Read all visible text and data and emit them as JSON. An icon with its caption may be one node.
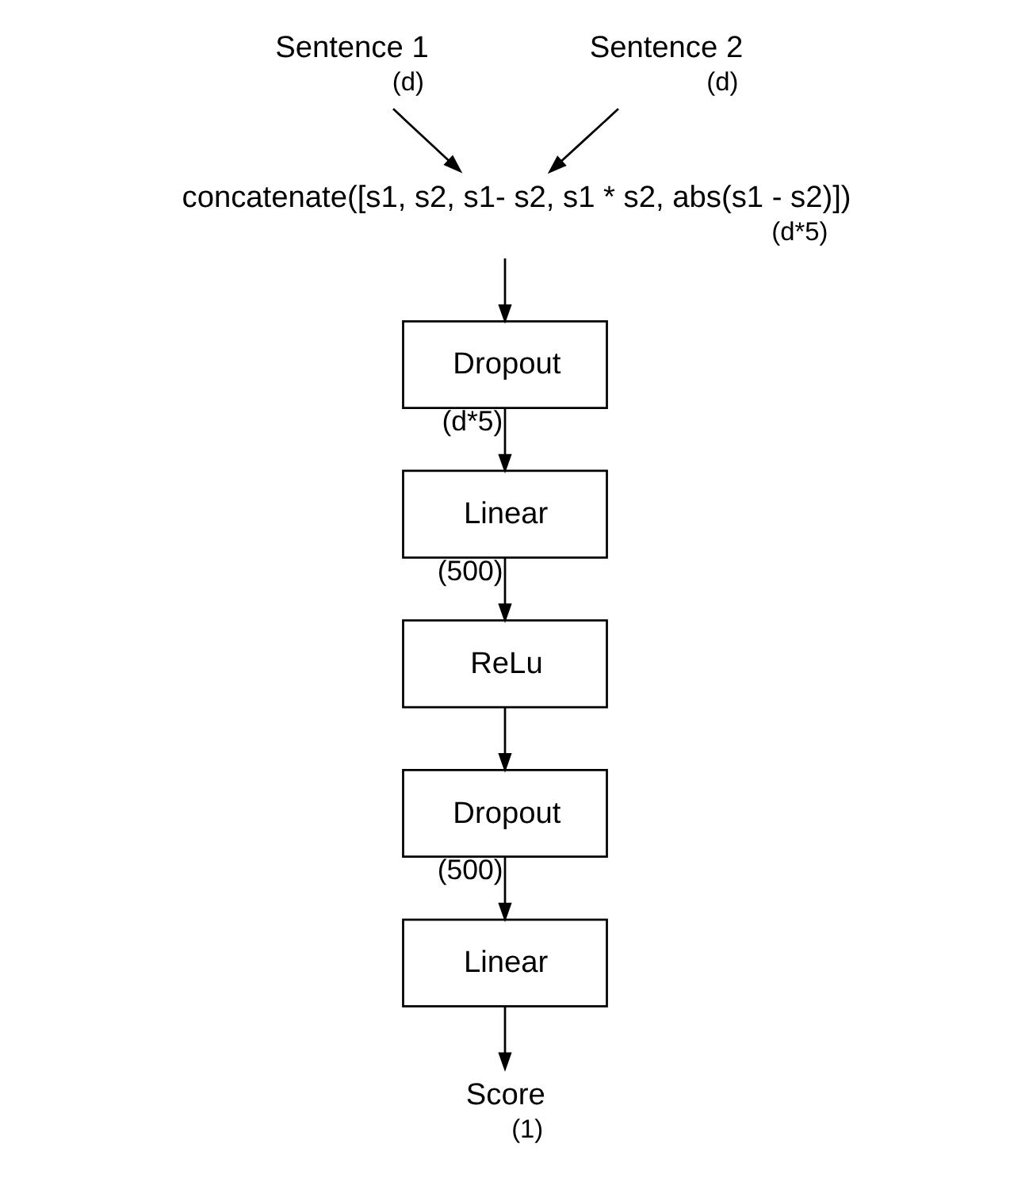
{
  "diagram": {
    "nodes": [
      {
        "text": [
          "Sentence 1"
        ],
        "beside": [
          "(d)"
        ]
      },
      {
        "text": [
          "Sentence 2"
        ],
        "beside": [
          "(d)"
        ]
      },
      {
        "text": [
          "concatenate([s1, s2, s1- s2, s1 * s2, abs(s1 - s2)])"
        ],
        "beside": [
          "(d*5)"
        ]
      },
      {
        "text": [
          "Dropout"
        ]
      },
      {
        "text": [
          "Linear"
        ]
      },
      {
        "text": [
          "ReLu"
        ]
      },
      {
        "text": [
          "Dropout"
        ]
      },
      {
        "text": [
          "Linear"
        ]
      },
      {
        "text": [
          "Score"
        ],
        "beside": [
          "(1)"
        ]
      }
    ],
    "edges": [
      {
        "from": 0,
        "to": 2,
        "arrow": "to"
      },
      {
        "from": 1,
        "to": 2,
        "arrow": "to"
      },
      {
        "from": 2,
        "to": 3,
        "arrow": "to"
      },
      {
        "from": 3,
        "to": 4,
        "arrow": "to",
        "label": "(d*5)"
      },
      {
        "from": 4,
        "to": 5,
        "arrow": "to",
        "label": "(500)"
      },
      {
        "from": 5,
        "to": 6,
        "arrow": "to"
      },
      {
        "from": 6,
        "to": 7,
        "arrow": "to",
        "label": "(500)"
      },
      {
        "from": 7,
        "to": 8,
        "arrow": "to"
      }
    ]
  }
}
